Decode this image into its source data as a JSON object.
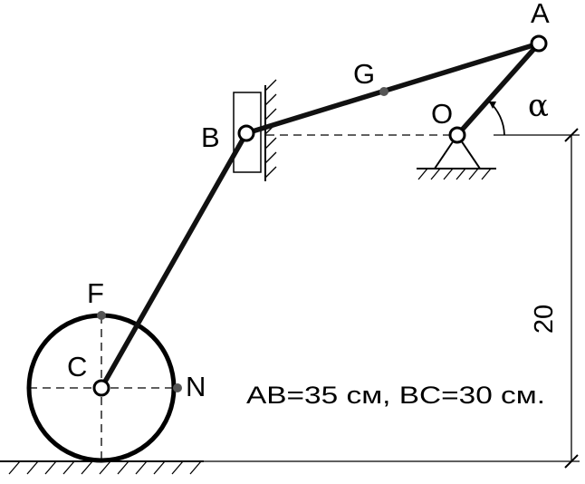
{
  "labels": {
    "A": "A",
    "G": "G",
    "O": "O",
    "B": "B",
    "F": "F",
    "C": "C",
    "N": "N",
    "alpha": "α"
  },
  "dimension": {
    "vertical": "20"
  },
  "formula": "AB=35 см, BC=30 см."
}
